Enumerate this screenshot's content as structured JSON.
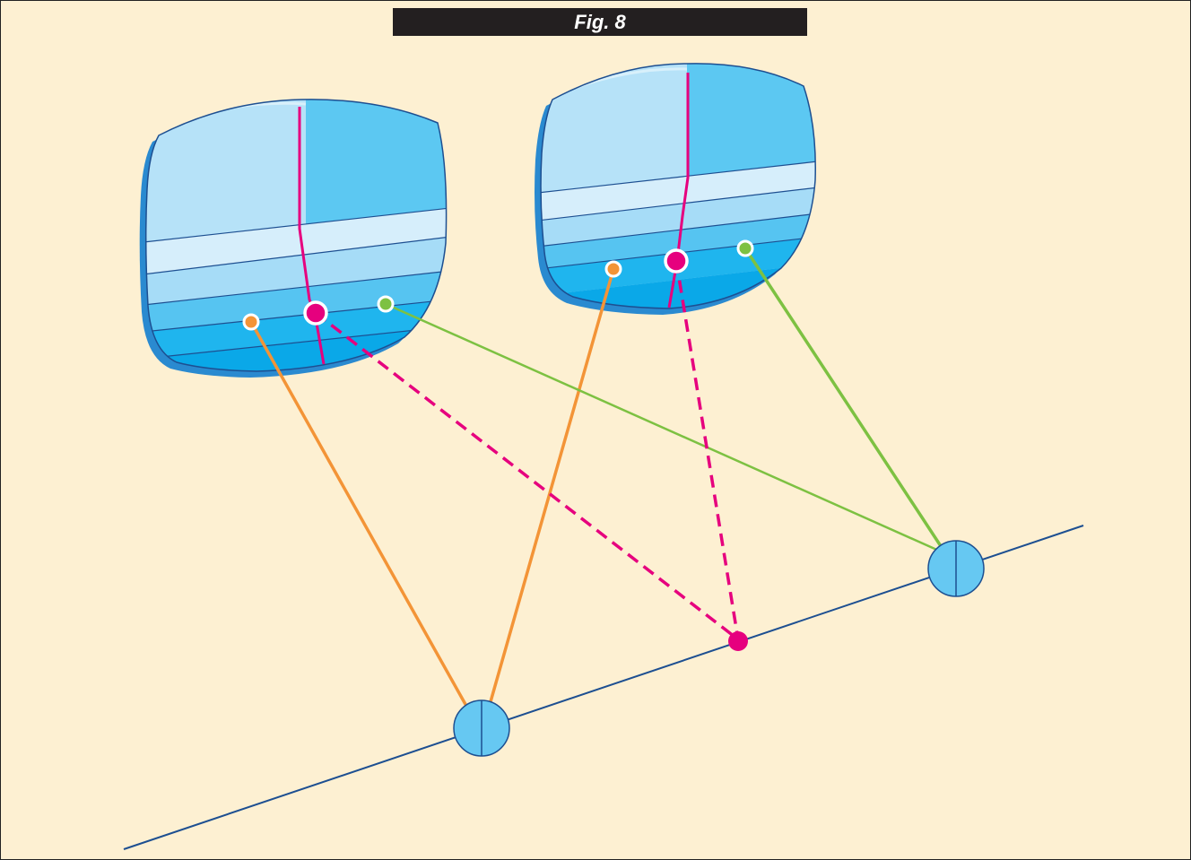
{
  "figure": {
    "title": "Fig. 8"
  },
  "colors": {
    "background": "#fdf0d2",
    "title_bar": "#231f20",
    "lens_light": "#c2e6f9",
    "lens_mid": "#7dd0f4",
    "lens_deep": "#0aaef0",
    "corridor_band": "#d6eefb",
    "reading_zone": "#1fb5ee",
    "meridian_magenta": "#e6007e",
    "far_point_green": "#7dc142",
    "near_point_orange": "#f39437",
    "baseline_blue": "#1d4f91",
    "eye_fill": "#66c8f2"
  },
  "elements": {
    "left_lens": "progressive-lens",
    "right_lens": "progressive-lens",
    "left_eye": "eye",
    "right_eye": "eye",
    "fixation_point": "fixation-point"
  }
}
